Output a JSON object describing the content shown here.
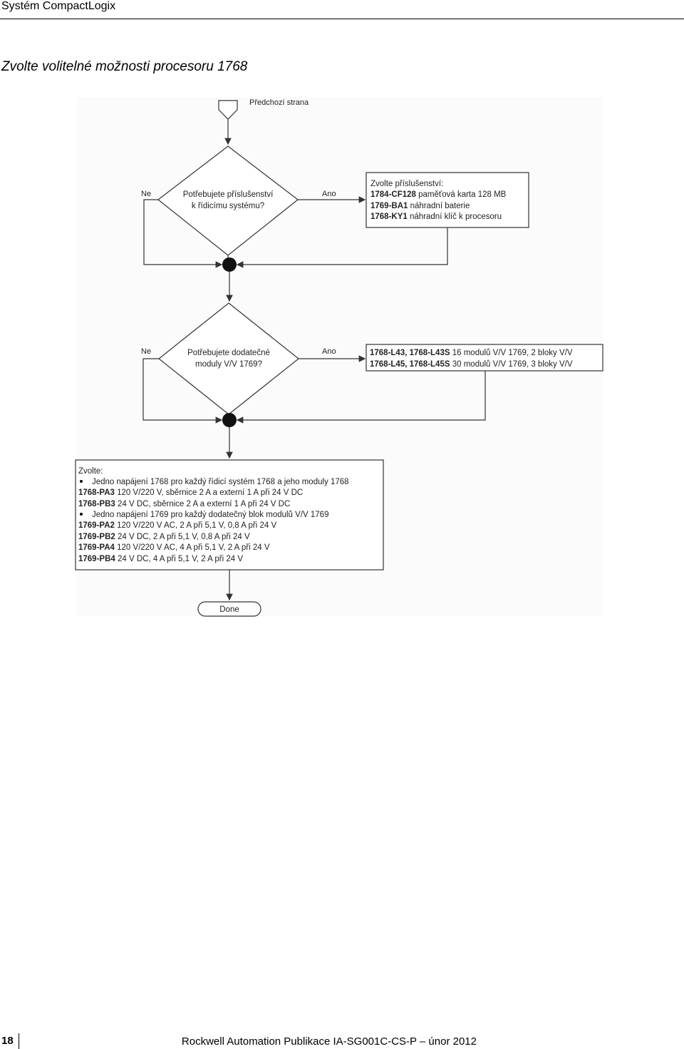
{
  "header": {
    "title": "Systém CompactLogix"
  },
  "page_heading": "Zvolte volitelné možnosti procesoru 1768",
  "flowchart": {
    "start_label": "Předchozí strana",
    "decision1": {
      "line1": "Potřebujete příslušenství",
      "line2": "k řídicímu systému?",
      "no": "Ne",
      "yes": "Ano"
    },
    "box1": {
      "title": "Zvolte příslušenství:",
      "items": [
        {
          "code": "1784-CF128",
          "desc": "paměťová karta 128 MB"
        },
        {
          "code": "1769-BA1",
          "desc": "náhradní baterie"
        },
        {
          "code": "1768-KY1",
          "desc": "náhradní klíč k procesoru"
        }
      ]
    },
    "decision2": {
      "line1": "Potřebujete dodatečné",
      "line2": "moduly V/V 1769?",
      "no": "Ne",
      "yes": "Ano"
    },
    "box2": {
      "items": [
        {
          "code": "1768-L43, 1768-L43S",
          "desc": "16 modulů V/V 1769, 2 bloky V/V"
        },
        {
          "code": "1768-L45, 1768-L45S",
          "desc": "30 modulů V/V 1769, 3 bloky V/V"
        }
      ]
    },
    "box3": {
      "title": "Zvolte:",
      "bullet1": "Jedno napájení 1768 pro každý řídicí systém 1768 a jeho moduly 1768",
      "items1": [
        {
          "code": "1768-PA3",
          "desc": "120 V/220 V, sběrnice 2 A a externí 1 A při 24 V DC"
        },
        {
          "code": "1768-PB3",
          "desc": "24 V DC, sběrnice 2 A a externí 1 A při 24 V DC"
        }
      ],
      "bullet2": "Jedno napájení 1769 pro každý dodatečný blok modulů V/V 1769",
      "items2": [
        {
          "code": "1769-PA2",
          "desc": "120 V/220 V AC, 2 A při 5,1 V, 0,8 A při 24 V"
        },
        {
          "code": "1769-PB2",
          "desc": "24 V DC, 2 A při 5,1 V, 0,8 A při 24 V"
        },
        {
          "code": "1769-PA4",
          "desc": "120 V/220 V AC, 4 A při 5,1 V, 2 A při 24 V"
        },
        {
          "code": "1769-PB4",
          "desc": "24 V DC, 4 A při 5,1 V, 2 A při 24 V"
        }
      ]
    },
    "end_label": "Done"
  },
  "footer": {
    "page_number": "18",
    "publication": "Rockwell Automation Publikace IA-SG001C-CS-P – únor 2012"
  }
}
